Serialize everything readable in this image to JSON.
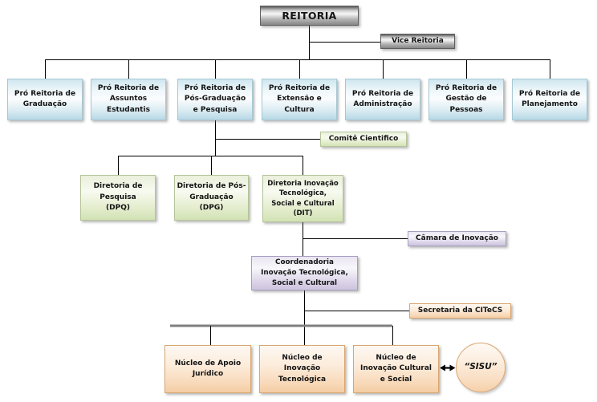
{
  "diagram": {
    "type": "org-chart",
    "root": {
      "label": "REITORIA"
    },
    "vice": {
      "label": "Vice Reitoria"
    },
    "pro_reitorias": [
      {
        "label": "Pró Reitoria de\nGraduação"
      },
      {
        "label": "Pró Reitoria de\nAssuntos\nEstudantis"
      },
      {
        "label": "Pró Reitoria de\nPós-Graduação\ne Pesquisa"
      },
      {
        "label": "Pró Reitoria de\nExtensão e\nCultura"
      },
      {
        "label": "Pró Reitoria de\nAdministração"
      },
      {
        "label": "Pró Reitoria de\nGestão de\nPessoas"
      },
      {
        "label": "Pró Reitoria de\nPlanejamento"
      }
    ],
    "comite": {
      "label": "Comitê Cientifico"
    },
    "diretorias": [
      {
        "label": "Diretoria de\nPesquisa\n(DPQ)"
      },
      {
        "label": "Diretoria de Pós-\nGraduação\n(DPG)"
      },
      {
        "label": "Diretoria Inovação\nTecnológica,\nSocial e Cultural\n(DIT)"
      }
    ],
    "camara": {
      "label": "Câmara de Inovação"
    },
    "coordenadoria": {
      "label": "Coordenadoria\nInovação Tecnológica,\nSocial e Cultural"
    },
    "secretaria": {
      "label": "Secretaria da CITeCS"
    },
    "nucleos": [
      {
        "label": "Núcleo de Apoio\nJurídico"
      },
      {
        "label": "Núcleo de\nInovação\nTecnológica"
      },
      {
        "label": "Núcleo de\nInovação Cultural\ne Social"
      }
    ],
    "sisu": {
      "label": "“SISU”"
    },
    "palette": {
      "line": "#000000",
      "thick_line": "#7f7f7f",
      "metal_top": "#5a5a5a",
      "metal_bottom": "#868686",
      "blue_fill": "#cfe6f0",
      "blue_border": "#a6c8d4",
      "green_fill": "#d2e2b4",
      "green_border": "#b5c49a",
      "purple_fill": "#cdc3df",
      "purple_border": "#a89fc0",
      "orange_fill": "#f4cda4",
      "orange_border": "#d8a671"
    }
  }
}
